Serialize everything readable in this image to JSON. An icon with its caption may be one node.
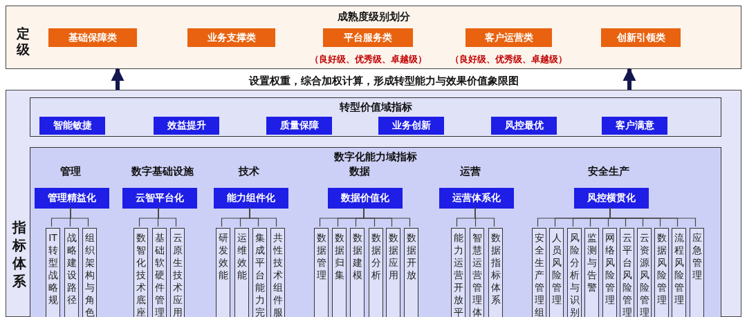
{
  "diagram": {
    "nodes": [
      {
        "text": [
          "定级",
          "成熟度级别划分"
        ]
      },
      {
        "text": [
          "基础保障类"
        ],
        "in": 0
      },
      {
        "text": [
          "业务支撑类"
        ],
        "in": 0
      },
      {
        "text": [
          "平台服务类"
        ],
        "in": 0,
        "beside": [
          "（良好级、优秀级、卓越级）"
        ]
      },
      {
        "text": [
          "客户运营类"
        ],
        "in": 0,
        "beside": [
          "（良好级、优秀级、卓越级）"
        ]
      },
      {
        "text": [
          "创新引领类"
        ],
        "in": 0
      },
      {
        "text": [
          "指标体系"
        ]
      },
      {
        "text": [
          "**转型价值域**指标"
        ],
        "in": 6
      },
      {
        "text": [
          "智能敏捷"
        ],
        "in": 7
      },
      {
        "text": [
          "效益提升"
        ],
        "in": 7
      },
      {
        "text": [
          "质量保障"
        ],
        "in": 7
      },
      {
        "text": [
          "业务创新"
        ],
        "in": 7
      },
      {
        "text": [
          "风控最优"
        ],
        "in": 7
      },
      {
        "text": [
          "客户满意"
        ],
        "in": 7
      },
      {
        "text": [
          "**数字化能力域**指标"
        ],
        "in": 6
      },
      {
        "text": [
          "管理精益化"
        ],
        "in": 14
      },
      {
        "text": [
          "IT转型战略规"
        ],
        "in": 14
      },
      {
        "text": [
          "战略建设路径"
        ],
        "in": 14
      },
      {
        "text": [
          "组织架构与角色"
        ],
        "in": 14
      },
      {
        "text": [
          "云智平台化"
        ],
        "in": 14
      },
      {
        "text": [
          "数智化技术底座"
        ],
        "in": 14
      },
      {
        "text": [
          "基础软硬件管理"
        ],
        "in": 14
      },
      {
        "text": [
          "云原生技术应用"
        ],
        "in": 14
      },
      {
        "text": [
          "能力组件化"
        ],
        "in": 14
      },
      {
        "text": [
          "研发效能"
        ],
        "in": 14
      },
      {
        "text": [
          "运维效能"
        ],
        "in": 14
      },
      {
        "text": [
          "集成平台能力完"
        ],
        "in": 14
      },
      {
        "text": [
          "共性技术组件服"
        ],
        "in": 14
      },
      {
        "text": [
          "数据价值化"
        ],
        "in": 14
      },
      {
        "text": [
          "数据管理"
        ],
        "in": 14
      },
      {
        "text": [
          "数据归集"
        ],
        "in": 14
      },
      {
        "text": [
          "数据建模"
        ],
        "in": 14
      },
      {
        "text": [
          "数据分析"
        ],
        "in": 14
      },
      {
        "text": [
          "数据应用"
        ],
        "in": 14
      },
      {
        "text": [
          "数据开放"
        ],
        "in": 14
      },
      {
        "text": [
          "运营体系化"
        ],
        "in": 14
      },
      {
        "text": [
          "能力运营开放平"
        ],
        "in": 14
      },
      {
        "text": [
          "智慧运营管理体"
        ],
        "in": 14
      },
      {
        "text": [
          "数据指标体系"
        ],
        "in": 14
      },
      {
        "text": [
          "风控横贯化"
        ],
        "in": 14
      },
      {
        "text": [
          "安全生产管理组"
        ],
        "in": 14
      },
      {
        "text": [
          "人员风险管理"
        ],
        "in": 14
      },
      {
        "text": [
          "风险分析与识别"
        ],
        "in": 14
      },
      {
        "text": [
          "监测与告警"
        ],
        "in": 14
      },
      {
        "text": [
          "网络风险管理"
        ],
        "in": 14
      },
      {
        "text": [
          "云平台风险管理"
        ],
        "in": 14
      },
      {
        "text": [
          "云资源风险管理"
        ],
        "in": 14
      },
      {
        "text": [
          "数据风险管理"
        ],
        "in": 14
      },
      {
        "text": [
          "流程风险管理"
        ],
        "in": 14
      },
      {
        "text": [
          "应急管理"
        ],
        "in": 14
      }
    ],
    "edges": [
      {
        "from": 6,
        "to": 0,
        "arrow": "to",
        "style": "thick"
      },
      {
        "from": 6,
        "to": 0,
        "arrow": "to",
        "style": "thick"
      },
      {
        "from": 15,
        "to": 16,
        "arrow": "none"
      },
      {
        "from": 15,
        "to": 17,
        "arrow": "none"
      },
      {
        "from": 15,
        "to": 18,
        "arrow": "none"
      },
      {
        "from": 19,
        "to": 20,
        "arrow": "none"
      },
      {
        "from": 19,
        "to": 21,
        "arrow": "none"
      },
      {
        "from": 19,
        "to": 22,
        "arrow": "none"
      },
      {
        "from": 23,
        "to": 24,
        "arrow": "none"
      },
      {
        "from": 23,
        "to": 25,
        "arrow": "none"
      },
      {
        "from": 23,
        "to": 26,
        "arrow": "none"
      },
      {
        "from": 23,
        "to": 27,
        "arrow": "none"
      },
      {
        "from": 28,
        "to": 29,
        "arrow": "none"
      },
      {
        "from": 28,
        "to": 30,
        "arrow": "none"
      },
      {
        "from": 28,
        "to": 31,
        "arrow": "none"
      },
      {
        "from": 28,
        "to": 32,
        "arrow": "none"
      },
      {
        "from": 28,
        "to": 33,
        "arrow": "none"
      },
      {
        "from": 28,
        "to": 34,
        "arrow": "none"
      },
      {
        "from": 35,
        "to": 36,
        "arrow": "none"
      },
      {
        "from": 35,
        "to": 37,
        "arrow": "none"
      },
      {
        "from": 35,
        "to": 38,
        "arrow": "none"
      },
      {
        "from": 39,
        "to": 40,
        "arrow": "none"
      },
      {
        "from": 39,
        "to": 41,
        "arrow": "none"
      },
      {
        "from": 39,
        "to": 42,
        "arrow": "none"
      },
      {
        "from": 39,
        "to": 43,
        "arrow": "none"
      },
      {
        "from": 39,
        "to": 44,
        "arrow": "none"
      },
      {
        "from": 39,
        "to": 45,
        "arrow": "none"
      },
      {
        "from": 39,
        "to": 46,
        "arrow": "none"
      },
      {
        "from": 39,
        "to": 47,
        "arrow": "none"
      },
      {
        "from": 39,
        "to": 48,
        "arrow": "none"
      },
      {
        "from": 39,
        "to": 49,
        "arrow": "none"
      }
    ],
    "labels": [
      "设置权重，综合加权计算，形成转型能力与效果价值象限图",
      "管理",
      "数字基础设施",
      "技术",
      "数据",
      "运营",
      "安全生产"
    ]
  }
}
